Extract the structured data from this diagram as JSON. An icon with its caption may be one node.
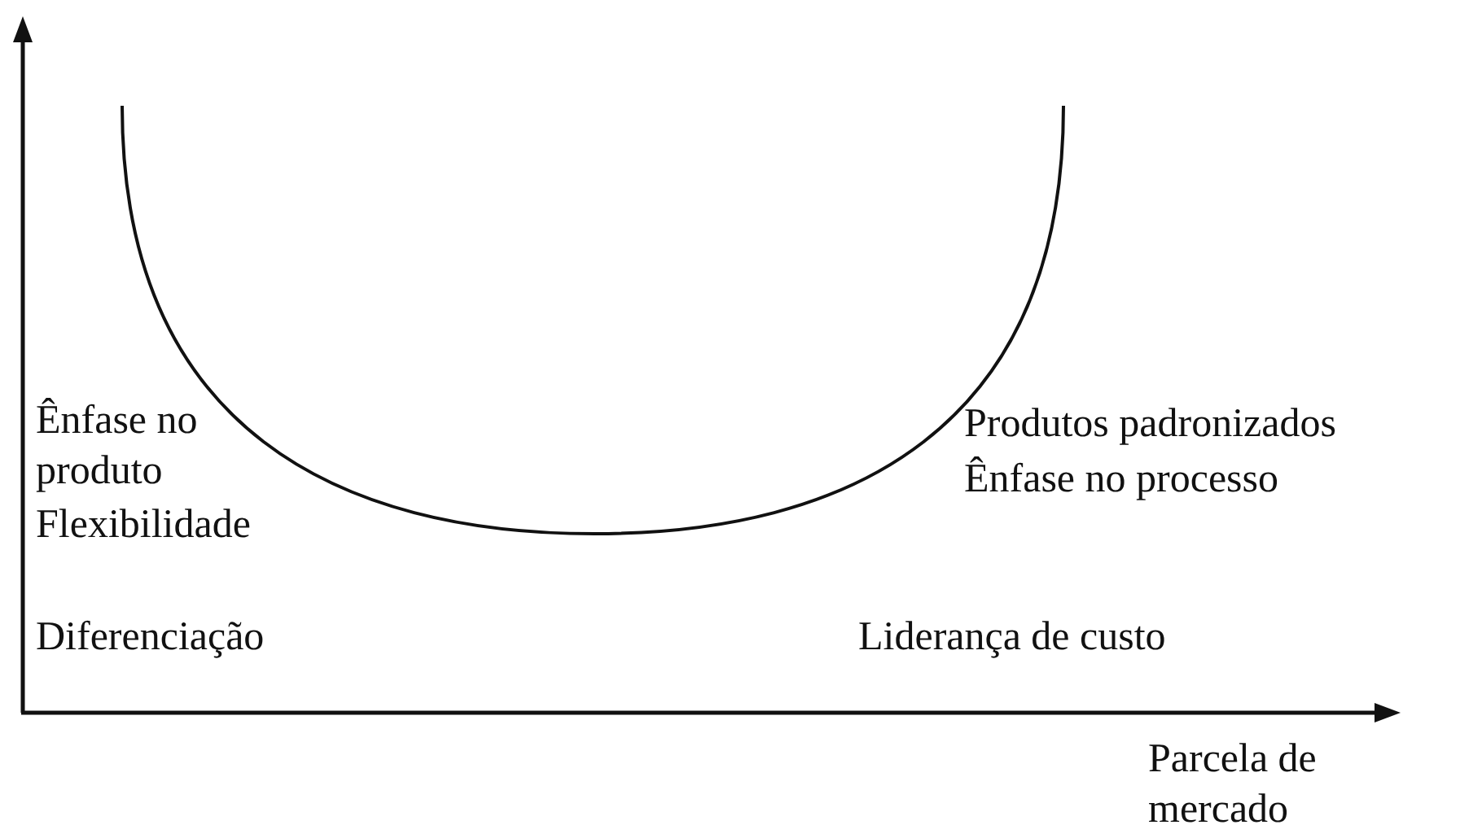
{
  "diagram": {
    "labels": [
      "Ênfase no produto",
      "Flexibilidade",
      "Produtos padronizados",
      "Ênfase no processo",
      "Diferenciação",
      "Liderança de custo",
      "Parcela de mercado"
    ]
  }
}
